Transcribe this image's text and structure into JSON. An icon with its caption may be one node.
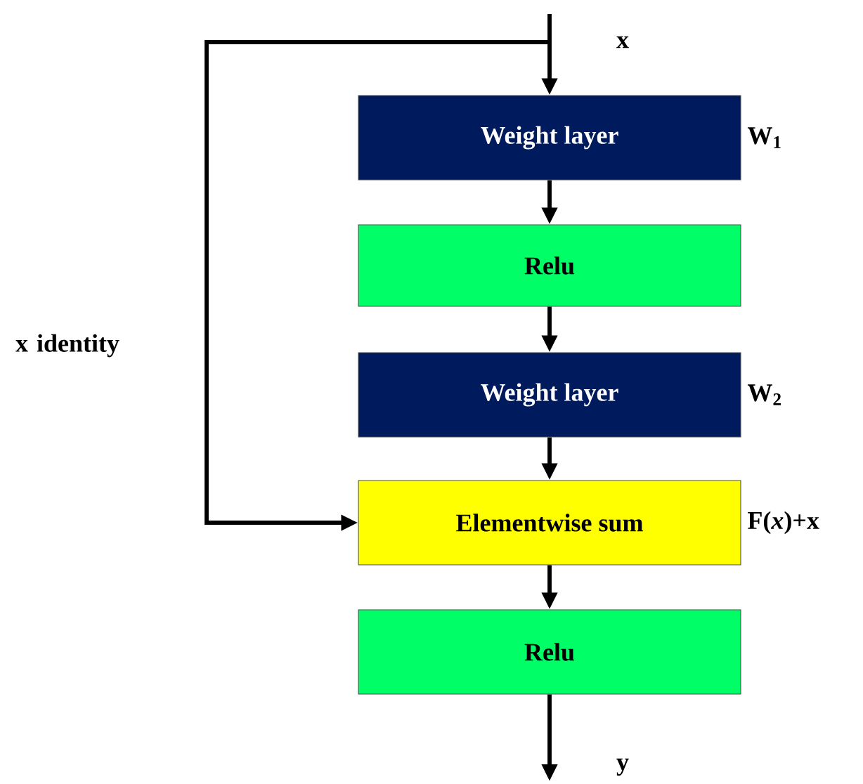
{
  "diagram": {
    "nodes": [
      {
        "text": [
          "Weight layer"
        ],
        "beside": [
          "W$_{1}$"
        ]
      },
      {
        "text": [
          "Relu"
        ]
      },
      {
        "text": [
          "Weight layer"
        ],
        "beside": [
          "W$_{2}$"
        ]
      },
      {
        "text": [
          "Elementwise sum"
        ],
        "beside": [
          "F(*x*)+x"
        ]
      },
      {
        "text": [
          "Relu"
        ]
      }
    ],
    "edges": [
      {
        "from": null,
        "to": 0,
        "arrow": "to",
        "label": "x"
      },
      {
        "from": 0,
        "to": 1,
        "arrow": "to"
      },
      {
        "from": 1,
        "to": 2,
        "arrow": "to"
      },
      {
        "from": 2,
        "to": 3,
        "arrow": "to"
      },
      {
        "from": null,
        "to": 3,
        "arrow": "to",
        "label": "x identity"
      },
      {
        "from": 3,
        "to": 4,
        "arrow": "to"
      },
      {
        "from": 4,
        "to": null,
        "arrow": "to",
        "label": "y"
      }
    ]
  }
}
